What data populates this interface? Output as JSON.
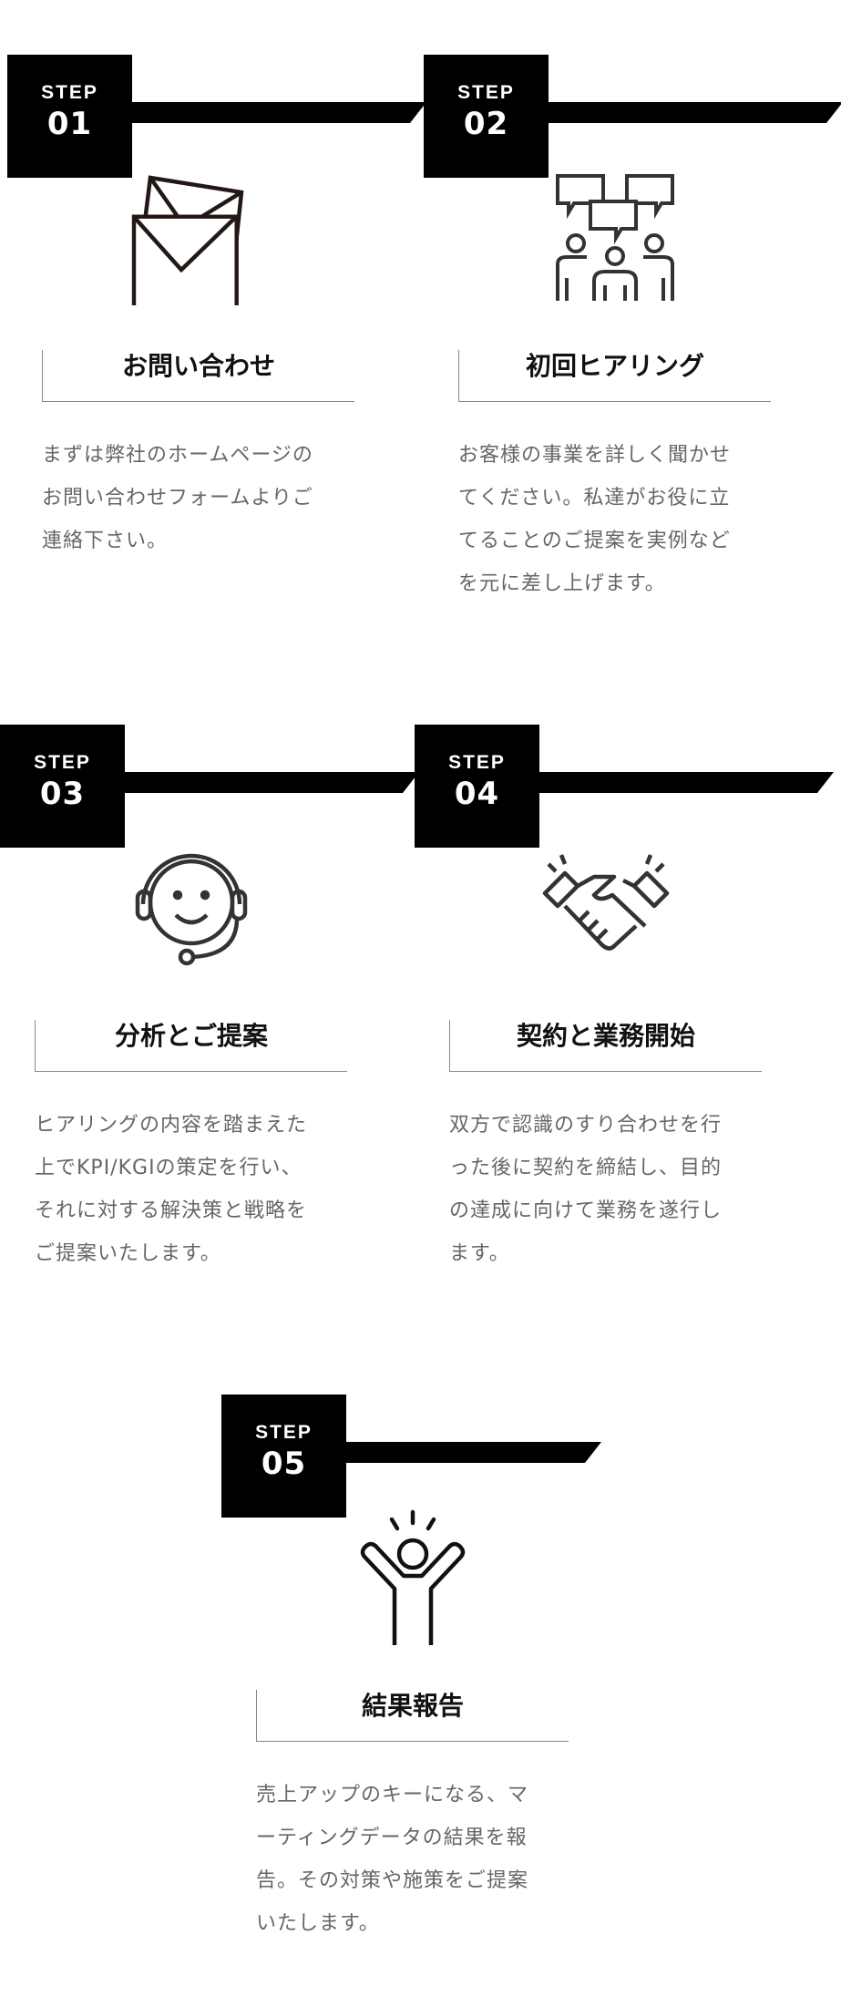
{
  "steps": [
    {
      "label": "STEP",
      "number": "01",
      "icon": "envelope-icon",
      "title": "お問い合わせ",
      "lines": [
        "まずは弊社のホームページの",
        "お問い合わせフォームよりご",
        "連絡下さい。"
      ]
    },
    {
      "label": "STEP",
      "number": "02",
      "icon": "meeting-people-icon",
      "title": "初回ヒアリング",
      "lines": [
        "お客様の事業を詳しく聞かせ",
        "てください。私達がお役に立",
        "てることのご提案を実例など",
        "を元に差し上げます。"
      ]
    },
    {
      "label": "STEP",
      "number": "03",
      "icon": "headset-icon",
      "title": "分析とご提案",
      "lines": [
        "ヒアリングの内容を踏まえた",
        "上でKPI/KGIの策定を行い、",
        "それに対する解決策と戦略を",
        "ご提案いたします。"
      ]
    },
    {
      "label": "STEP",
      "number": "04",
      "icon": "handshake-icon",
      "title": "契約と業務開始",
      "lines": [
        "双方で認識のすり合わせを行",
        "った後に契約を締結し、目的",
        "の達成に向けて業務を遂行し",
        "ます。"
      ]
    },
    {
      "label": "STEP",
      "number": "05",
      "icon": "celebrate-person-icon",
      "title": "結果報告",
      "lines": [
        "売上アップのキーになる、マ",
        "ーティングデータの結果を報",
        "告。その対策や施策をご提案",
        "いたします。"
      ]
    }
  ]
}
